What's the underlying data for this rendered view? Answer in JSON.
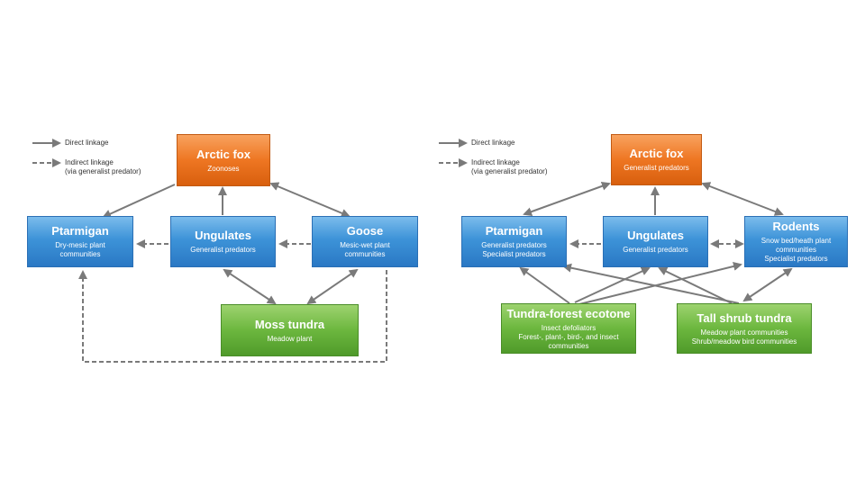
{
  "left": {
    "legend": {
      "direct": "Direct linkage",
      "indirect_1": "Indirect linkage",
      "indirect_2": "(via generalist predator)"
    },
    "arctic_fox": {
      "title": "Arctic fox",
      "sub": [
        "Zoonoses"
      ]
    },
    "ptarmigan": {
      "title": "Ptarmigan",
      "sub": [
        "Dry-mesic plant",
        "communities"
      ]
    },
    "ungulates": {
      "title": "Ungulates",
      "sub": [
        "Generalist predators"
      ]
    },
    "goose": {
      "title": "Goose",
      "sub": [
        "Mesic-wet plant",
        "communities"
      ]
    },
    "moss_tundra": {
      "title": "Moss tundra",
      "sub": [
        "Meadow plant"
      ]
    }
  },
  "right": {
    "legend": {
      "direct": "Direct linkage",
      "indirect_1": "Indirect linkage",
      "indirect_2": "(via generalist predator)"
    },
    "arctic_fox": {
      "title": "Arctic fox",
      "sub": [
        "Generalist predators"
      ]
    },
    "ptarmigan": {
      "title": "Ptarmigan",
      "sub": [
        "Generalist predators",
        "Specialist predators"
      ]
    },
    "ungulates": {
      "title": "Ungulates",
      "sub": [
        "Generalist predators"
      ]
    },
    "rodents": {
      "title": "Rodents",
      "sub": [
        "Snow bed/heath plant",
        "communities",
        "Specialist predators"
      ]
    },
    "tundra_forest": {
      "title": "Tundra-forest ecotone",
      "sub": [
        "Insect defoliators",
        "Forest-, plant-, bird-, and insect",
        "communities"
      ]
    },
    "tall_shrub": {
      "title": "Tall shrub tundra",
      "sub": [
        "Meadow plant communities",
        "Shrub/meadow bird communities"
      ]
    }
  },
  "colors": {
    "arrow": "#7a7a7a",
    "blue_node": "#3d93d8",
    "orange_node": "#ee7622",
    "green_node": "#6cb73e"
  }
}
